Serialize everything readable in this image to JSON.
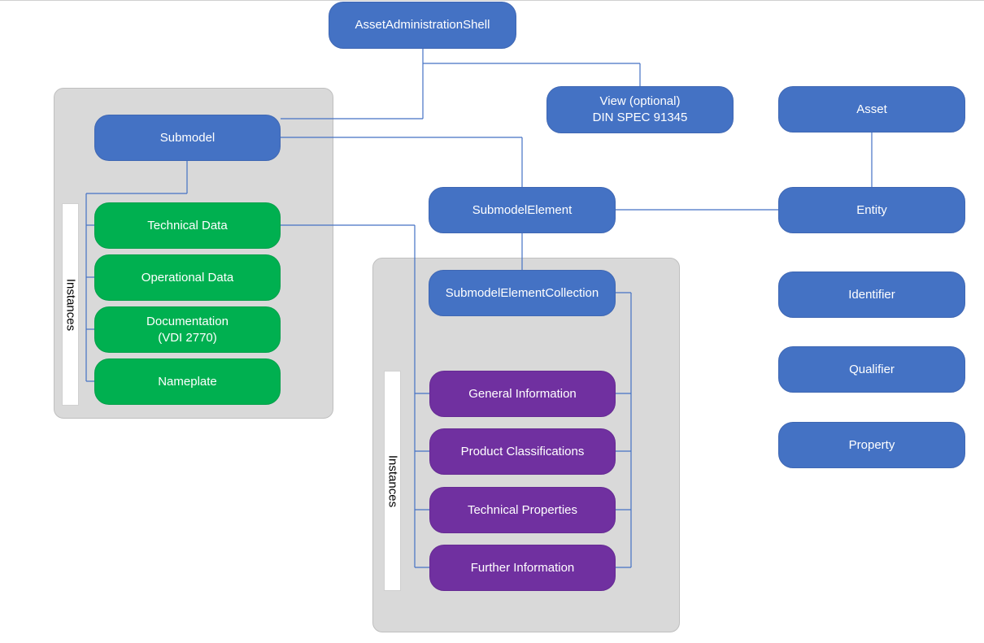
{
  "nodes": {
    "aas": "AssetAdministrationShell",
    "view": "View (optional)\nDIN SPEC 91345",
    "asset": "Asset",
    "submodel": "Submodel",
    "submodel_element": "SubmodelElement",
    "entity": "Entity",
    "technical_data": "Technical Data",
    "operational_data": "Operational Data",
    "documentation": "Documentation\n(VDI 2770)",
    "nameplate": "Nameplate",
    "smc": "SubmodelElementCollection",
    "identifier": "Identifier",
    "qualifier": "Qualifier",
    "property": "Property",
    "general_information": "General Information",
    "product_classifications": "Product Classifications",
    "technical_properties": "Technical Properties",
    "further_information": "Further Information"
  },
  "labels": {
    "instances_left": "Instances",
    "instances_right": "Instances"
  },
  "colors": {
    "blue": "#4472c4",
    "green": "#00b050",
    "purple": "#7030a0",
    "group_bg": "#d9d9d9"
  }
}
